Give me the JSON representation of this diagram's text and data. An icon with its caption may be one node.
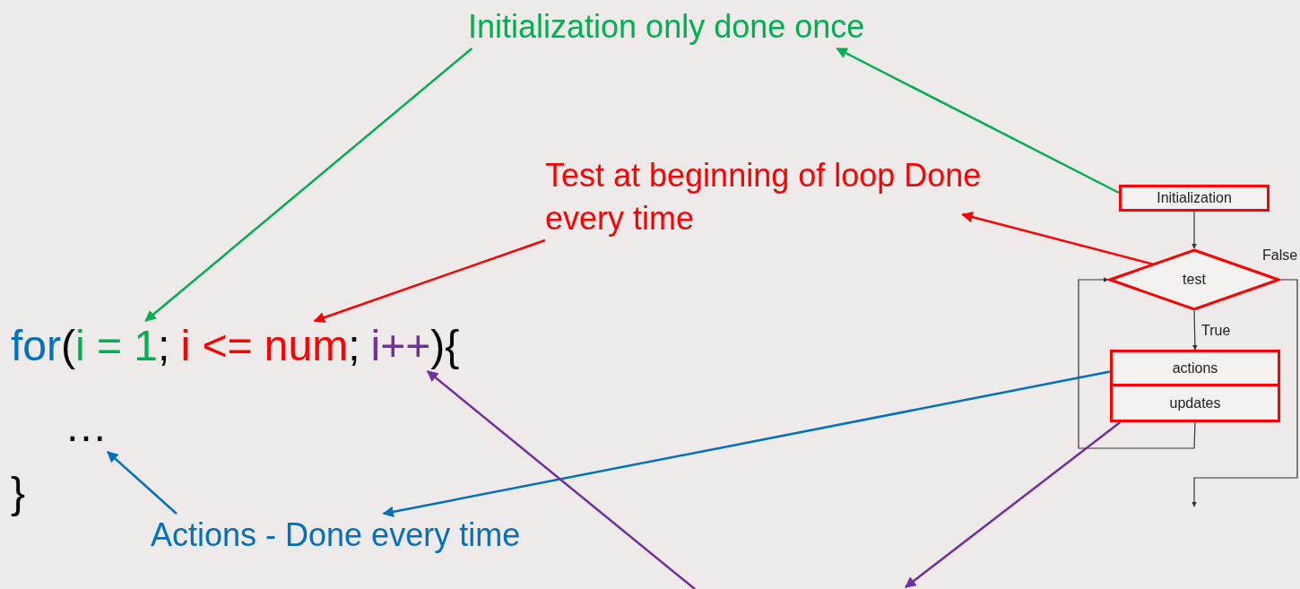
{
  "diagram": {
    "nodes": [
      {
        "text": [
          "Initialization only done once"
        ]
      },
      {
        "text": [
          "Test at beginning of loop Done every time"
        ]
      },
      {
        "text": [
          "Initialization"
        ]
      },
      {
        "text": [
          "test"
        ]
      },
      {
        "text": [
          "i = 1"
        ]
      },
      {
        "text": [
          "i <= num"
        ]
      },
      {
        "text": [
          "i++"
        ]
      },
      {
        "text": [
          "actions"
        ]
      },
      {
        "text": [
          "updates"
        ]
      },
      {
        "text": [
          "…"
        ]
      },
      {
        "text": [
          "Actions - Done every time"
        ]
      }
    ],
    "edges": [
      {
        "from": 0,
        "to": 4,
        "arrow": "to",
        "color": "#00b050"
      },
      {
        "from": 2,
        "to": 0,
        "arrow": "to",
        "color": "#00b050"
      },
      {
        "from": 1,
        "to": 5,
        "arrow": "to",
        "color": "#ff0000"
      },
      {
        "from": 3,
        "to": 1,
        "arrow": "to",
        "color": "#ff0000"
      },
      {
        "from": 2,
        "to": 3,
        "arrow": "to"
      },
      {
        "from": 3,
        "to": 7,
        "arrow": "to",
        "label": "True"
      },
      {
        "from": 8,
        "to": 3,
        "arrow": "to"
      },
      {
        "from": 3,
        "to": null,
        "arrow": "to",
        "label": "False"
      },
      {
        "from": 10,
        "to": 9,
        "arrow": "to",
        "color": "#0070c0"
      },
      {
        "from": 7,
        "to": 10,
        "arrow": "to",
        "color": "#0070c0"
      },
      {
        "from": null,
        "to": 6,
        "arrow": "to",
        "color": "#7030a0"
      },
      {
        "from": 8,
        "to": null,
        "arrow": "to",
        "color": "#7030a0"
      }
    ],
    "labels": [
      "for",
      "(",
      ";",
      ";",
      "){",
      "}"
    ]
  }
}
